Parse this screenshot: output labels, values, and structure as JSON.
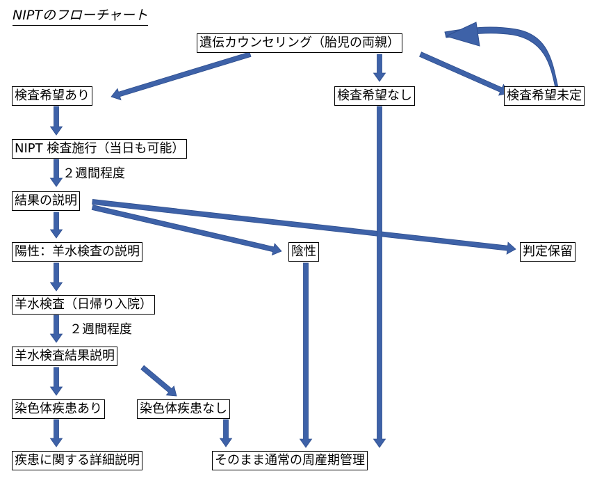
{
  "title": "NIPTのフローチャート",
  "colors": {
    "arrow": "#3E62A8",
    "arrow_edge": "#2F4F8F",
    "text": "#000000",
    "border": "#000000"
  },
  "nodes": {
    "counseling": "遺伝カウンセリング（胎児の両親）",
    "want_yes": "検査希望あり",
    "want_no": "検査希望なし",
    "want_undecided": "検査希望未定",
    "nipt": "NIPT 検査施行（当日も可能）",
    "result": "結果の説明",
    "positive": "陽性：羊水検査の説明",
    "negative": "陰性",
    "hold": "判定保留",
    "amnio": "羊水検査（日帰り入院）",
    "amnio_result": "羊水検査結果説明",
    "disease_yes": "染色体疾患あり",
    "disease_no": "染色体疾患なし",
    "detail": "疾患に関する詳細説明",
    "perinatal": "そのまま通常の周産期管理"
  },
  "labels": {
    "two_weeks_1": "２週間程度",
    "two_weeks_2": "２週間程度"
  }
}
